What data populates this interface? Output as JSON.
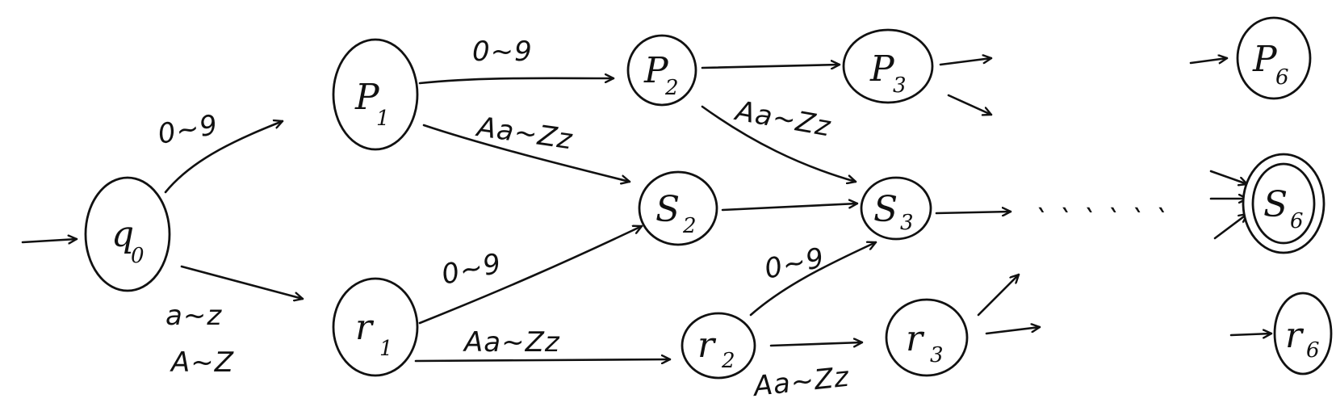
{
  "diagram": {
    "states": {
      "q0": {
        "main": "q",
        "sub": "0"
      },
      "p1": {
        "main": "P",
        "sub": "1"
      },
      "p2": {
        "main": "P",
        "sub": "2"
      },
      "p3": {
        "main": "P",
        "sub": "3"
      },
      "p6": {
        "main": "P",
        "sub": "6"
      },
      "s2": {
        "main": "S",
        "sub": "2"
      },
      "s3": {
        "main": "S",
        "sub": "3"
      },
      "s6": {
        "main": "S",
        "sub": "6"
      },
      "r1": {
        "main": "r",
        "sub": "1"
      },
      "r2": {
        "main": "r",
        "sub": "2"
      },
      "r3": {
        "main": "r",
        "sub": "3"
      },
      "r6": {
        "main": "r",
        "sub": "6"
      }
    },
    "edge_labels": {
      "q0_p1": "0~9",
      "q0_r1_line1": "a~z",
      "q0_r1_line2": "A~Z",
      "p1_p2": "0~9",
      "p1_s2": "Aa~Zz",
      "p2_s3": "Aa~Zz",
      "r1_s2": "0~9",
      "r1_r2": "Aa~Zz",
      "r2_s3": "0~9",
      "r2_r3": "Aa~Zz"
    },
    "ellipsis": "ˎ ˎ ˎ ˎ ˎ ˎ"
  },
  "colors": {
    "ink": "#111111",
    "background": "#ffffff"
  }
}
